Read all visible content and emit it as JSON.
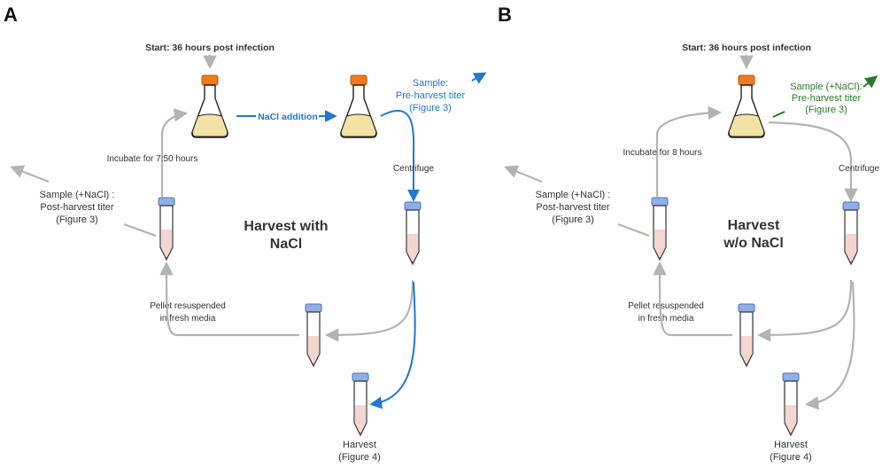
{
  "colors": {
    "arrow_gray": "#b3b3b3",
    "blue": "#1f78d1",
    "green": "#2a7a2a",
    "flask_cap": "#f07a1e",
    "medium": "#f2e2a4",
    "tube_cap": "#8fb0e6",
    "tube_fill": "#f3d6cf",
    "text_dark": "#333333"
  },
  "panel_a": {
    "letter": "A",
    "start_label": "Start: 36 hours post infection",
    "title_line1": "Harvest with",
    "title_line2": "NaCl",
    "nacl_label": "NaCl addition",
    "sample_line1": "Sample:",
    "sample_line2": "Pre-harvest titer",
    "sample_line3": "(Figure 3)",
    "centrifuge": "Centrifuge",
    "incubate": "Incubate for 7:50 hours",
    "post_line1": "Sample (+NaCl) :",
    "post_line2": "Post-harvest titer",
    "post_line3": "(Figure 3)",
    "pellet_line1": "Pellet resuspended",
    "pellet_line2": "in fresh media",
    "harvest_line1": "Harvest",
    "harvest_line2": "(Figure 4)"
  },
  "panel_b": {
    "letter": "B",
    "start_label": "Start: 36 hours post infection",
    "title_line1": "Harvest",
    "title_line2": "w/o NaCl",
    "sample_line1": "Sample (+NaCl):",
    "sample_line2": "Pre-harvest titer",
    "sample_line3": "(Figure 3)",
    "centrifuge": "Centrifuge",
    "incubate": "Incubate for 8 hours",
    "post_line1": "Sample (+NaCl) :",
    "post_line2": "Post-harvest titer",
    "post_line3": "(Figure 3)",
    "pellet_line1": "Pellet resuspended",
    "pellet_line2": "in fresh media",
    "harvest_line1": "Harvest",
    "harvest_line2": "(Figure 4)"
  }
}
